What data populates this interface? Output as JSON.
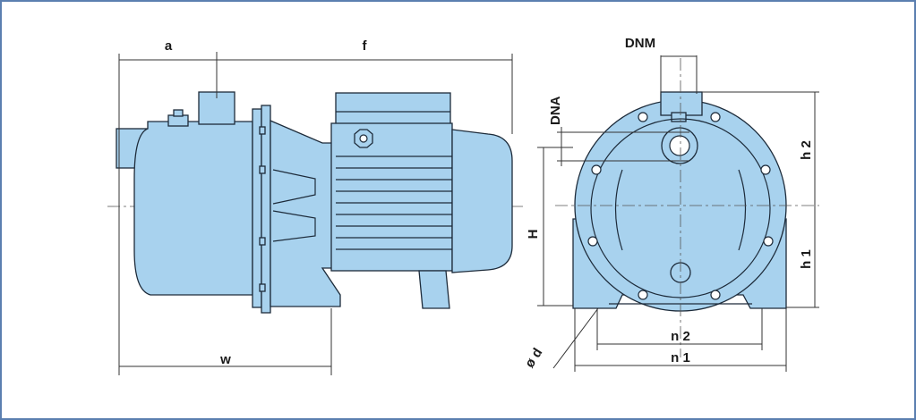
{
  "diagram": {
    "colors": {
      "frame": "#5b7fb0",
      "pump_fill": "#a8d2ee",
      "outline": "#1d2b3a"
    },
    "side_view": {
      "labels": {
        "a": "a",
        "f": "f",
        "w": "w"
      }
    },
    "front_view": {
      "labels": {
        "dnm": "DNM",
        "dna": "DNA",
        "h": "H",
        "h2": "h 2",
        "h1": "h 1",
        "n2": "n 2",
        "n1": "n 1",
        "d": "ø d"
      }
    }
  }
}
